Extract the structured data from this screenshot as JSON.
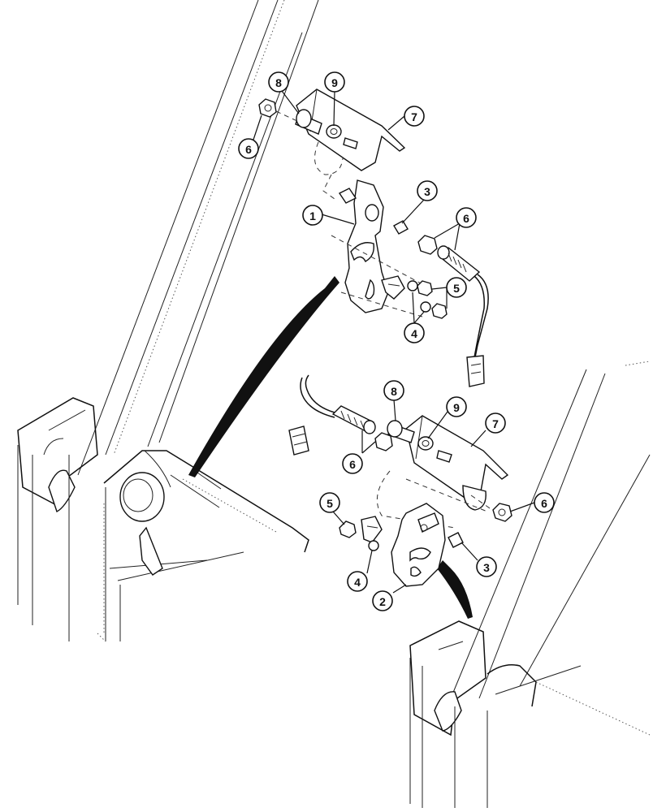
{
  "callouts": [
    {
      "id": "c8a",
      "label": "8",
      "part": "bolt"
    },
    {
      "id": "c9a",
      "label": "9",
      "part": "washer"
    },
    {
      "id": "c7a",
      "label": "7",
      "part": "sensor-mounting-bracket"
    },
    {
      "id": "c6a",
      "label": "6",
      "part": "nut"
    },
    {
      "id": "c3a",
      "label": "3",
      "part": "clip-nut"
    },
    {
      "id": "c6b",
      "label": "6",
      "part": "sensor-and-nut"
    },
    {
      "id": "c1",
      "label": "1",
      "part": "target-plate-upper"
    },
    {
      "id": "c5a",
      "label": "5",
      "part": "nut"
    },
    {
      "id": "c4a",
      "label": "4",
      "part": "washer"
    },
    {
      "id": "c8b",
      "label": "8",
      "part": "bolt"
    },
    {
      "id": "c9b",
      "label": "9",
      "part": "washer"
    },
    {
      "id": "c7b",
      "label": "7",
      "part": "sensor-mounting-bracket"
    },
    {
      "id": "c6c",
      "label": "6",
      "part": "sensor"
    },
    {
      "id": "c6d",
      "label": "6",
      "part": "nut"
    },
    {
      "id": "c5b",
      "label": "5",
      "part": "nut"
    },
    {
      "id": "c3b",
      "label": "3",
      "part": "clip-nut"
    },
    {
      "id": "c4b",
      "label": "4",
      "part": "washer"
    },
    {
      "id": "c2",
      "label": "2",
      "part": "target-plate-lower"
    }
  ]
}
